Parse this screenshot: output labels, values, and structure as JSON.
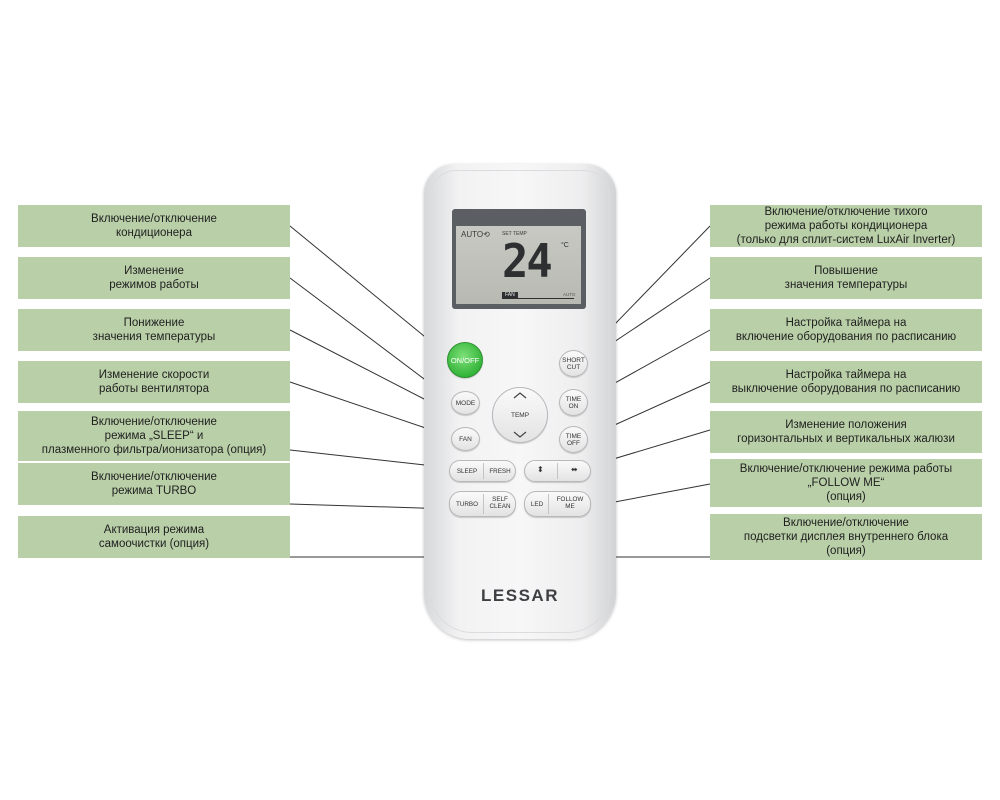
{
  "labels_left": {
    "power": "Включение/отключение\nкондиционера",
    "mode": "Изменение\nрежимов работы",
    "temp_down": "Понижение\nзначения температуры",
    "fan": "Изменение скорости\nработы вентилятора",
    "sleep": "Включение/отключение\nрежима „SLEEP“ и\nплазменного фильтра/ионизатора (опция)",
    "turbo": "Включение/отключение\nрежима TURBO",
    "self_clean": "Активация режима\nсамоочистки (опция)"
  },
  "labels_right": {
    "shortcut": "Включение/отключение тихого\nрежима работы кондиционера\n(только для сплит-систем LuxAir Inverter)",
    "temp_up": "Повышение\nзначения температуры",
    "timer_on": "Настройка таймера на\nвключение оборудования по расписанию",
    "timer_off": "Настройка таймера на\nвыключение оборудования по расписанию",
    "swing": "Изменение положения\nгоризонтальных и вертикальных жалюзи",
    "follow_me": "Включение/отключение режима работы\n„FOLLOW ME“\n(опция)",
    "led": "Включение/отключение\nподсветки дисплея внутреннего блока\n(опция)"
  },
  "display": {
    "auto": "AUTO⟲",
    "set_temp": "SET TEMP",
    "temperature": "24",
    "unit": "°C",
    "fan": "FAN",
    "fan_auto": "AUTO"
  },
  "buttons": {
    "on_off": "ON/OFF",
    "short_cut": "SHORT\nCUT",
    "mode": "MODE",
    "temp": "TEMP",
    "time_on": "TIME\nON",
    "fan": "FAN",
    "time_off": "TIME\nOFF",
    "sleep": "SLEEP",
    "fresh": "FRESH",
    "swing_left": "⬍",
    "swing_right": "⬌",
    "turbo": "TURBO",
    "self_clean": "SELF\nCLEAN",
    "led": "LED",
    "follow_me": "FOLLOW\nME"
  },
  "brand": "LESSAR",
  "colors": {
    "label_bg": "#b9cfa8",
    "on_off_green": "#35b53a"
  }
}
